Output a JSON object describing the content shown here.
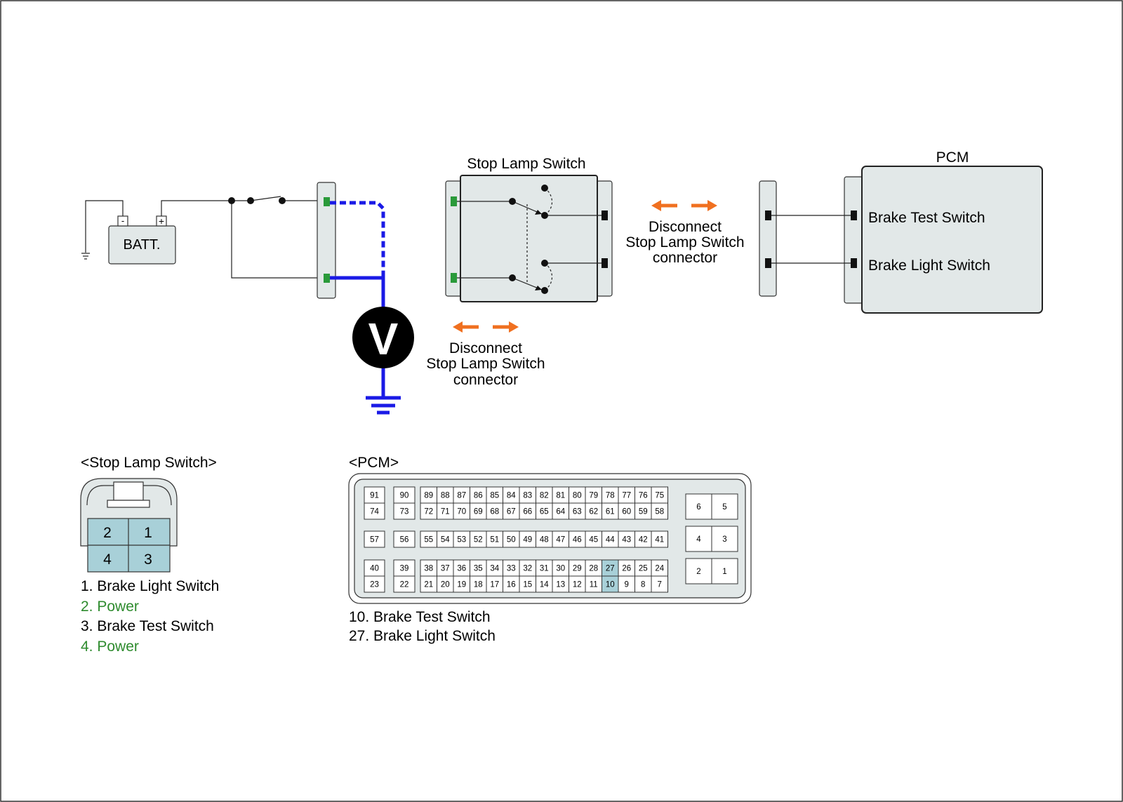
{
  "diagram": {
    "battery_label": "BATT.",
    "battery_neg": "-",
    "battery_pos": "+",
    "voltmeter_label": "V",
    "stop_lamp_switch_title": "Stop Lamp Switch",
    "pcm_title": "PCM",
    "pcm_terminals": [
      "Brake Test Switch",
      "Brake Light Switch"
    ],
    "disconnect_note_1": [
      "Disconnect",
      "Stop Lamp Switch",
      "connector"
    ],
    "disconnect_note_2": [
      "Disconnect",
      "Stop Lamp Switch",
      "connector"
    ]
  },
  "stop_lamp_connector": {
    "title": "<Stop Lamp Switch>",
    "pins": [
      "2",
      "1",
      "4",
      "3"
    ],
    "legend": [
      {
        "text": "1. Brake Light Switch",
        "color": "#000000"
      },
      {
        "text": "2. Power",
        "color": "#2e8b2e"
      },
      {
        "text": "3. Brake Test Switch",
        "color": "#000000"
      },
      {
        "text": "4. Power",
        "color": "#2e8b2e"
      }
    ]
  },
  "pcm_connector": {
    "title": "<PCM>",
    "highlight_pins": [
      "27",
      "10"
    ],
    "legend": [
      "10. Brake Test Switch",
      "27. Brake Light Switch"
    ]
  },
  "colors": {
    "wire_blue": "#1a1ae6",
    "arrow_orange": "#f07020",
    "connector_green": "#2a9a3a",
    "pin_highlight": "#a8d0d8",
    "box_fill": "#e2e8e8"
  }
}
